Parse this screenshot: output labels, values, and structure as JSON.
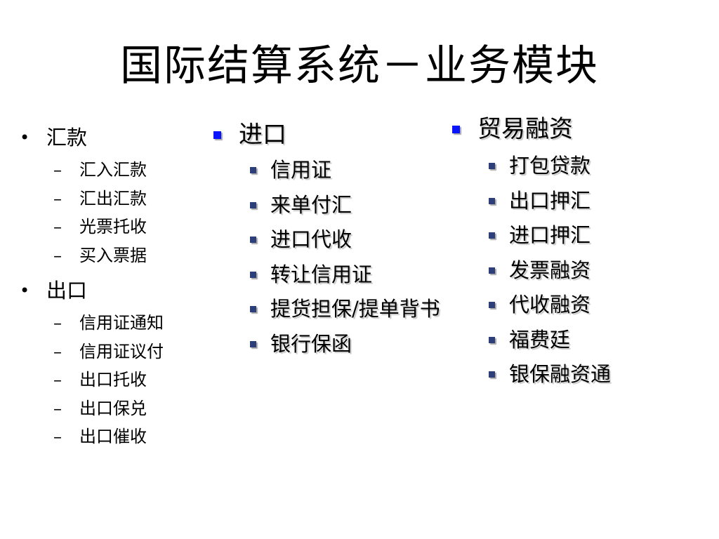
{
  "title": "国际结算系统－业务模块",
  "left": {
    "groups": [
      {
        "label": "汇款",
        "items": [
          "汇入汇款",
          "汇出汇款",
          "光票托收",
          "买入票据"
        ]
      },
      {
        "label": "出口",
        "items": [
          "信用证通知",
          "信用证议付",
          "出口托收",
          "出口保兑",
          "出口催收"
        ]
      }
    ],
    "bullet": "•",
    "dash": "–"
  },
  "middle": {
    "label": "进口",
    "items": [
      "信用证",
      "来单付汇",
      "进口代收",
      "转让信用证",
      "提货担保/提单背书",
      "银行保函"
    ]
  },
  "right": {
    "label": "贸易融资",
    "items": [
      "打包贷款",
      "出口押汇",
      "进口押汇",
      "发票融资",
      "代收融资",
      "福费廷",
      "银保融资通"
    ]
  },
  "colors": {
    "top_bullet": "#0a14ff",
    "sub_bullet": "#2c3f7a"
  }
}
